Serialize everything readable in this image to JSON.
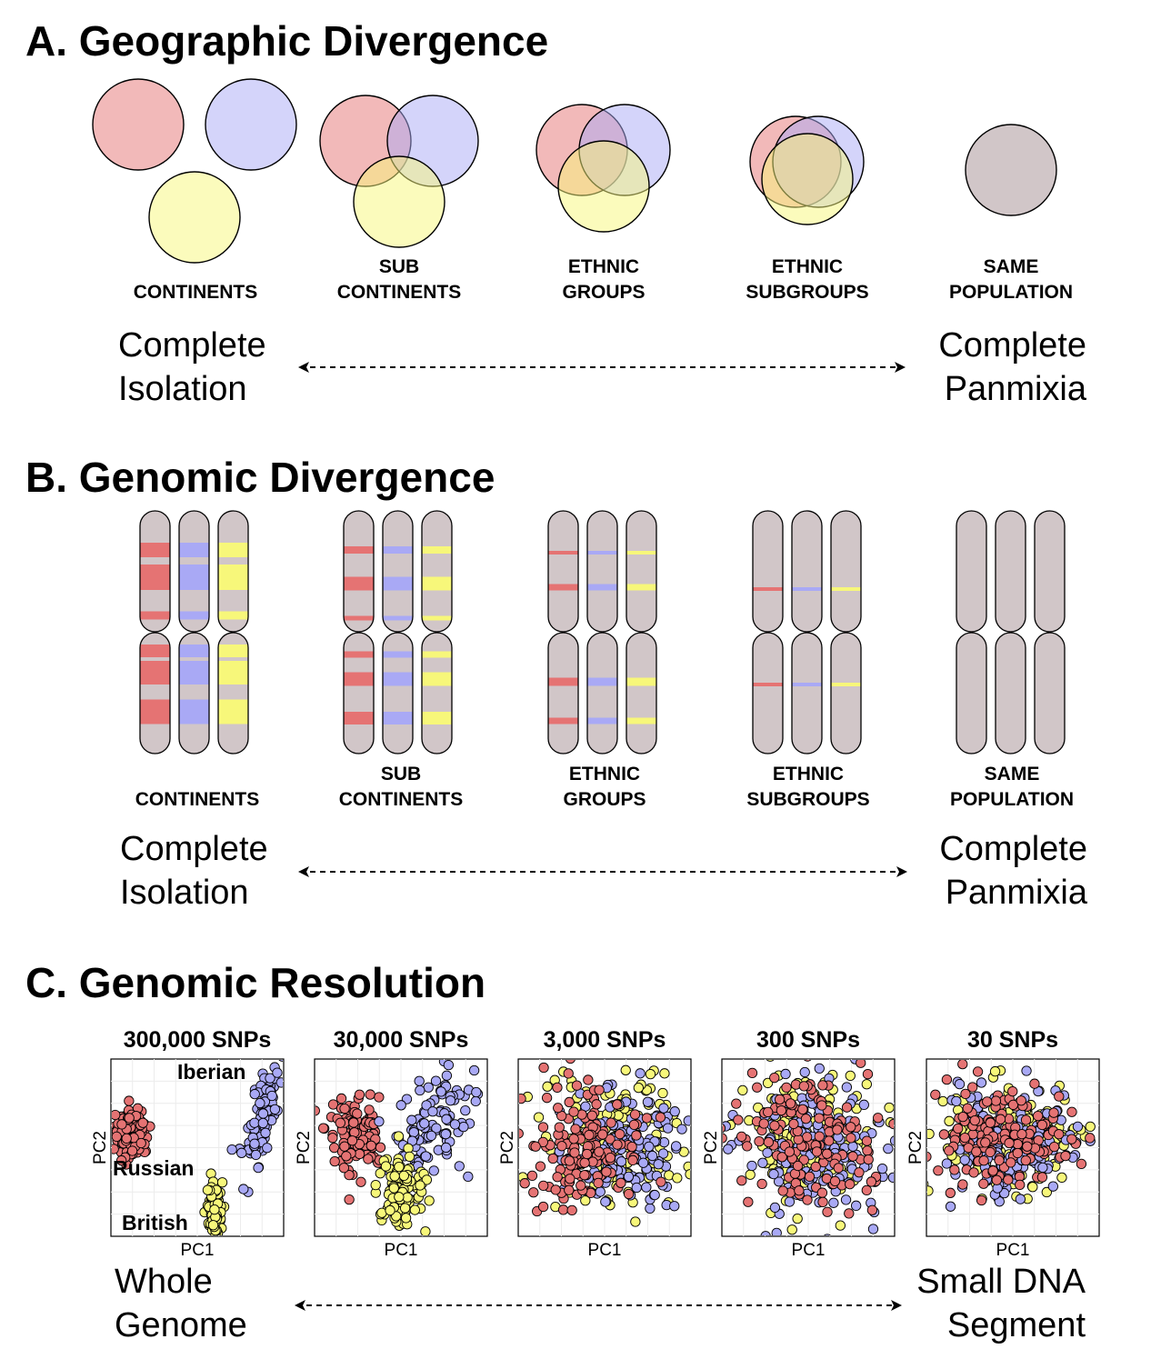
{
  "colors": {
    "red": "#e57373",
    "blue": "#a9a9f5",
    "yellow": "#f7f77a",
    "gray": "#d1c6c8"
  },
  "section_a": {
    "title": "A. Geographic Divergence",
    "labels": [
      [
        "",
        "CONTINENTS"
      ],
      [
        "SUB",
        "CONTINENTS"
      ],
      [
        "ETHNIC",
        "GROUPS"
      ],
      [
        "ETHNIC",
        "SUBGROUPS"
      ],
      [
        "SAME",
        "POPULATION"
      ]
    ],
    "left_end": [
      "Complete",
      "Isolation"
    ],
    "right_end": [
      "Complete",
      "Panmixia"
    ]
  },
  "section_b": {
    "title": "B. Genomic Divergence",
    "labels": [
      [
        "",
        "CONTINENTS"
      ],
      [
        "SUB",
        "CONTINENTS"
      ],
      [
        "ETHNIC",
        "GROUPS"
      ],
      [
        "ETHNIC",
        "SUBGROUPS"
      ],
      [
        "SAME",
        "POPULATION"
      ]
    ],
    "left_end": [
      "Complete",
      "Isolation"
    ],
    "right_end": [
      "Complete",
      "Panmixia"
    ]
  },
  "section_c": {
    "title": "C. Genomic Resolution",
    "plots": [
      {
        "snps": "300,000 SNPs",
        "xlabel": "PC1",
        "ylabel": "PC2"
      },
      {
        "snps": "30,000 SNPs",
        "xlabel": "PC1",
        "ylabel": "PC2"
      },
      {
        "snps": "3,000 SNPs",
        "xlabel": "PC1",
        "ylabel": "PC2"
      },
      {
        "snps": "300 SNPs",
        "xlabel": "PC1",
        "ylabel": "PC2"
      },
      {
        "snps": "30 SNPs",
        "xlabel": "PC1",
        "ylabel": "PC2"
      }
    ],
    "populations": [
      "Iberian",
      "Russian",
      "British"
    ],
    "left_end": [
      "Whole",
      "Genome"
    ],
    "right_end": [
      "Small DNA",
      "Segment"
    ]
  }
}
